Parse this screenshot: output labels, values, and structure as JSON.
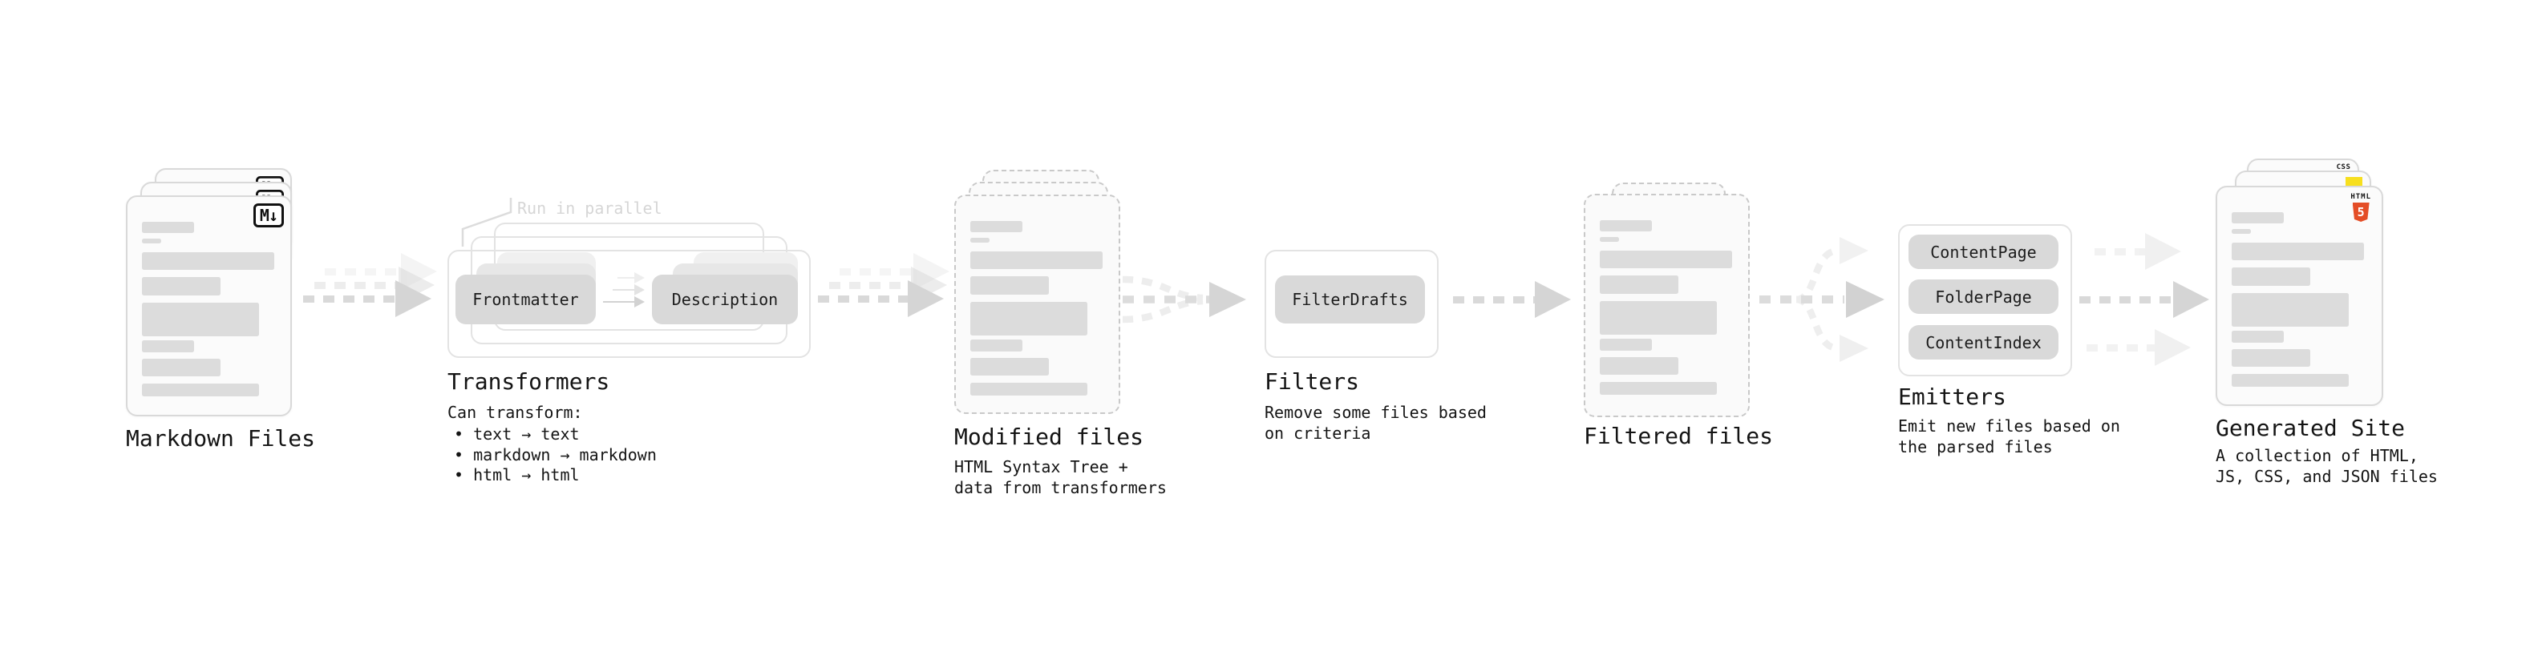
{
  "stages": {
    "markdown_files": {
      "label": "Markdown Files"
    },
    "transformers": {
      "label": "Transformers",
      "annotation": "Run in parallel",
      "pills": [
        "Frontmatter",
        "Description"
      ],
      "note": "Can transform:",
      "bullets": [
        "text → text",
        "markdown → markdown",
        "html → html"
      ]
    },
    "modified_files": {
      "label": "Modified files",
      "note": "HTML Syntax Tree +\ndata from transformers"
    },
    "filters": {
      "label": "Filters",
      "pills": [
        "FilterDrafts"
      ],
      "note": "Remove some files based\non criteria"
    },
    "filtered_files": {
      "label": "Filtered files"
    },
    "emitters": {
      "label": "Emitters",
      "pills": [
        "ContentPage",
        "FolderPage",
        "ContentIndex"
      ],
      "note": "Emit new files based on\nthe parsed files"
    },
    "generated_site": {
      "label": "Generated Site",
      "note": "A collection of HTML,\nJS, CSS, and JSON files"
    }
  },
  "icons": {
    "markdown": "M↓",
    "html5_label": "HTML",
    "html5_number": "5",
    "css_label": "CSS"
  },
  "colors": {
    "html5_orange": "#e44d26",
    "js_yellow": "#f7df1e",
    "css_blue": "#2962ff"
  }
}
